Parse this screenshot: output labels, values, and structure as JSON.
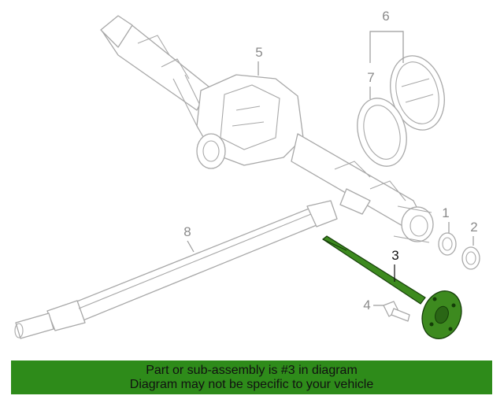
{
  "colors": {
    "highlight": "#3d8a1f",
    "highlight_dark": "#143d08",
    "banner_bg": "#2e8b1a",
    "line_art": "#a8a8a8",
    "callout_text": "#8a8a8a",
    "active_callout_text": "#111111"
  },
  "callouts": [
    {
      "id": "1",
      "label": "1"
    },
    {
      "id": "2",
      "label": "2"
    },
    {
      "id": "3",
      "label": "3"
    },
    {
      "id": "4",
      "label": "4"
    },
    {
      "id": "5",
      "label": "5"
    },
    {
      "id": "6",
      "label": "6"
    },
    {
      "id": "7",
      "label": "7"
    },
    {
      "id": "8",
      "label": "8"
    }
  ],
  "highlighted_part": "3",
  "banner": {
    "line1": "Part or sub-assembly is #3 in diagram",
    "line2": "Diagram may not be specific to your vehicle"
  }
}
